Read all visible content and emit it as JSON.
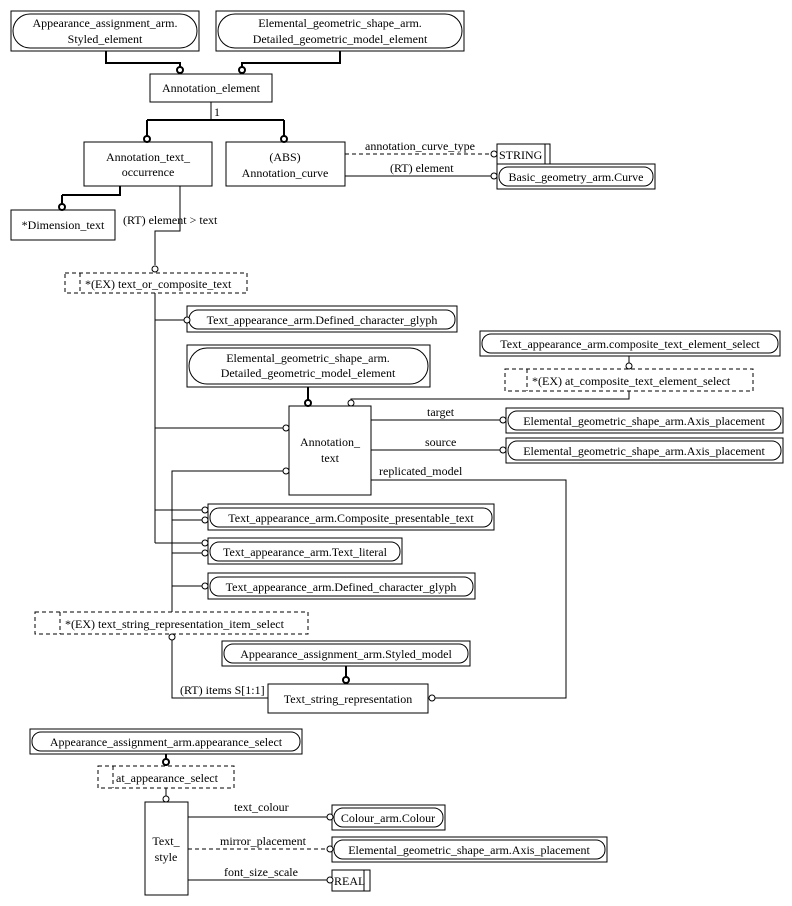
{
  "entities": {
    "styled_element": [
      "Appearance_assignment_arm.",
      "Styled_element"
    ],
    "detailed_model_top": [
      "Elemental_geometric_shape_arm.",
      "Detailed_geometric_model_element"
    ],
    "annotation_element": "Annotation_element",
    "annotation_text_occurrence": [
      "Annotation_text_",
      "occurrence"
    ],
    "annotation_curve": [
      "(ABS)",
      "Annotation_curve"
    ],
    "string_type": "STRING",
    "basic_curve": "Basic_geometry_arm.Curve",
    "dimension_text": "*Dimension_text",
    "text_or_composite_text": "*(EX) text_or_composite_text",
    "defined_glyph_1": "Text_appearance_arm.Defined_character_glyph",
    "composite_text_element_select": "Text_appearance_arm.composite_text_element_select",
    "at_composite_text_element_select": "*(EX) at_composite_text_element_select",
    "detailed_model_mid": [
      "Elemental_geometric_shape_arm.",
      "Detailed_geometric_model_element"
    ],
    "annotation_text": [
      "Annotation_",
      "text"
    ],
    "axis_target": "Elemental_geometric_shape_arm.Axis_placement",
    "axis_source": "Elemental_geometric_shape_arm.Axis_placement",
    "composite_presentable_text": "Text_appearance_arm.Composite_presentable_text",
    "text_literal": "Text_appearance_arm.Text_literal",
    "defined_glyph_2": "Text_appearance_arm.Defined_character_glyph",
    "text_string_rep_item_select": "*(EX) text_string_representation_item_select",
    "styled_model": "Appearance_assignment_arm.Styled_model",
    "text_string_representation": "Text_string_representation",
    "appearance_select": "Appearance_assignment_arm.appearance_select",
    "at_appearance_select": "at_appearance_select",
    "text_style": [
      "Text_",
      "style"
    ],
    "colour": "Colour_arm.Colour",
    "axis_mirror": "Elemental_geometric_shape_arm.Axis_placement",
    "real_type": "REAL"
  },
  "relations": {
    "cardinality_one": "1",
    "annotation_curve_type": "annotation_curve_type",
    "curve_element": "(RT) element",
    "element_text": "(RT) element > text",
    "target": "target",
    "source": "source",
    "replicated_model": "replicated_model",
    "items": "(RT) items S[1:1]",
    "text_colour": "text_colour",
    "mirror_placement": "mirror_placement",
    "font_size_scale": "font_size_scale"
  }
}
